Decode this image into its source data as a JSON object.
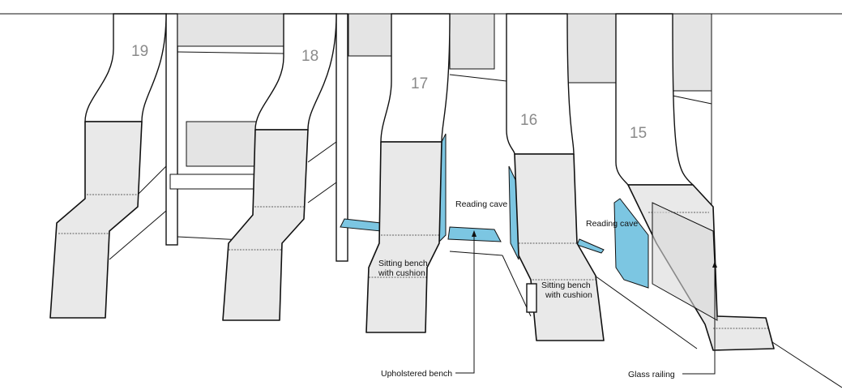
{
  "slides": [
    {
      "number": "19"
    },
    {
      "number": "18"
    },
    {
      "number": "17"
    },
    {
      "number": "16"
    },
    {
      "number": "15"
    }
  ],
  "labels": {
    "reading_cave_1": "Reading cave",
    "reading_cave_2": "Reading cave",
    "sitting_bench_1_line1": "Sitting bench",
    "sitting_bench_1_line2": "with cushion",
    "sitting_bench_2_line1": "Sitting bench",
    "sitting_bench_2_line2": "with cushion",
    "upholstered_bench": "Upholstered bench",
    "glass_railing": "Glass railing"
  },
  "colors": {
    "cushion_blue": "#7cc6e2",
    "slide_gray": "#e9e9e9"
  }
}
